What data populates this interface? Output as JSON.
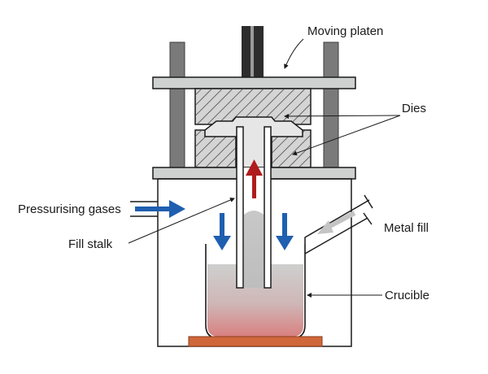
{
  "labels": {
    "moving_platen": "Moving platen",
    "dies": "Dies",
    "pressurising_gases": "Pressurising gases",
    "fill_stalk": "Fill stalk",
    "metal_fill": "Metal fill",
    "crucible": "Crucible"
  },
  "colors": {
    "column": "#7a7a7a",
    "column_edge": "#3c3c3c",
    "platen": "#cfd0d0",
    "die_fill": "#c9c9c9",
    "hatch": "#4a4a4a",
    "ram": "#2d2d2d",
    "blue_arrow": "#1f5fb0",
    "red_arrow": "#b01c1c",
    "grey_arrow": "#c4c4c4",
    "base_plate": "#d0673a",
    "melt_top": "#c9c9c9",
    "melt_bottom": "#d98a8a",
    "stroke": "#1a1a1a"
  }
}
